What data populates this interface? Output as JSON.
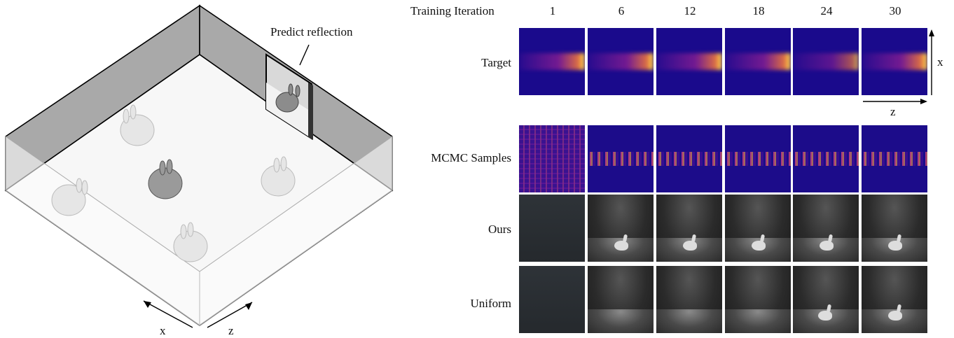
{
  "left_scene": {
    "callout": "Predict reflection",
    "axis_x": "x",
    "axis_z": "z"
  },
  "grid": {
    "header_label": "Training Iteration",
    "iterations": [
      "1",
      "6",
      "12",
      "18",
      "24",
      "30"
    ],
    "rows": [
      {
        "label": "Target"
      },
      {
        "label": "MCMC Samples"
      },
      {
        "label": "Ours"
      },
      {
        "label": "Uniform"
      }
    ],
    "axis_x": "x",
    "axis_z": "z"
  },
  "colors": {
    "wall": "#a9a9a9",
    "floor": "#f7f7f7",
    "heat_bg": "#1a0a8c",
    "heat_peak": "#ffd24a"
  }
}
